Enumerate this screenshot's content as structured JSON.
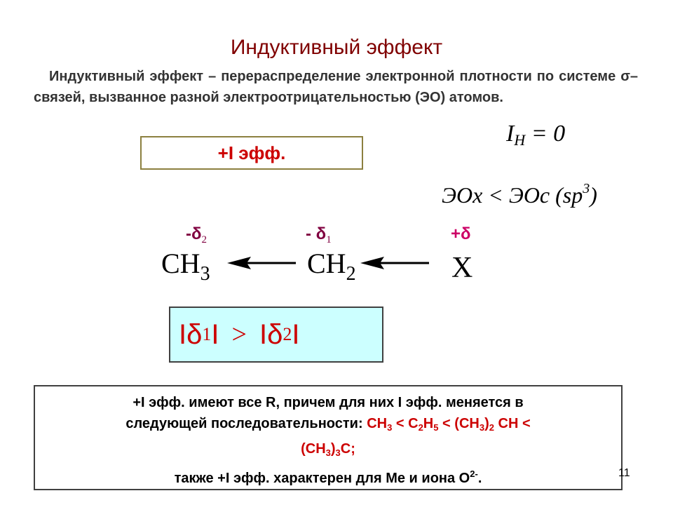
{
  "slide": {
    "title": "Индуктивный эффект",
    "definition": "Индуктивный эффект – перераспределение электронной плотности по системе σ–связей, вызванное разной электроотрицательностью (ЭО) атомов.",
    "effect_box_label": "+I эфф.",
    "ih_formula": {
      "symbol": "I",
      "subscript": "H",
      "rest": " = 0"
    },
    "eo_formula": {
      "text": "ЭОх < ЭОс (sp",
      "superscript": "3",
      "close": ")"
    },
    "charges": {
      "delta2": {
        "prefix": "-δ",
        "subscript": "2"
      },
      "delta1": {
        "prefix": "- δ",
        "subscript": "1"
      },
      "delta_plus": "+δ"
    },
    "molecule": {
      "ch3": {
        "base": "CH",
        "subscript": "3"
      },
      "ch2": {
        "base": "CH",
        "subscript": "2"
      },
      "x": "X"
    },
    "comparison": {
      "left_prefix": "Iδ",
      "left_sub": "1",
      "left_suffix": "I",
      "operator": ">",
      "right_prefix": "Iδ",
      "right_sub": "2",
      "right_suffix": "I"
    },
    "note": {
      "line1": "+I эфф. имеют все R, причем для них I эфф. меняется в",
      "line2_text": "следующей  последовательности:",
      "seq_ch3": "CH",
      "seq_ch3_sub": "3",
      "lt": " < ",
      "seq_c2h5_a": "C",
      "seq_c2h5_sub1": "2",
      "seq_c2h5_b": "H",
      "seq_c2h5_sub2": "5",
      "seq_ch3_2_a": "(CH",
      "seq_ch3_2_sub": "3",
      "seq_ch3_2_b": ")",
      "seq_ch3_2_sub2": "2",
      "seq_ch3_2_c": " CH <",
      "seq_ch3_3_a": "(CH",
      "seq_ch3_3_sub": "3",
      "seq_ch3_3_b": ")",
      "seq_ch3_3_sub2": "3",
      "seq_ch3_3_c": "C;",
      "line4_text": "также +I эфф. характерен для Ме и иона О",
      "line4_sup": "2-",
      "line4_end": "."
    },
    "page_number": "11",
    "colors": {
      "title": "#800000",
      "accent_red": "#cc0000",
      "charge": "#800040",
      "comparison_bg": "#ccffff"
    }
  }
}
